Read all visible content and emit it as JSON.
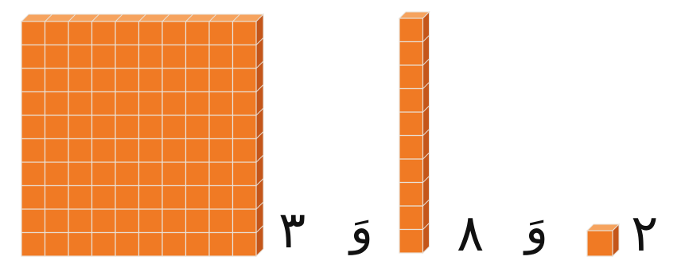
{
  "colors": {
    "cube_front": "#f07a24",
    "cube_top": "#f6a35e",
    "cube_side": "#c4561a",
    "grid_line": "#e8e0d6",
    "text": "#111111"
  },
  "blocks": {
    "hundreds_flat": {
      "icon": "hundred-flat-icon",
      "rows": 10,
      "cols": 10
    },
    "tens_rod": {
      "icon": "ten-rod-icon",
      "units": 10
    },
    "ones_cube": {
      "icon": "unit-cube-icon",
      "units": 1
    }
  },
  "labels": {
    "hundreds_count": "٣",
    "and_1": "وَ",
    "tens_count": "٨",
    "and_2": "وَ",
    "ones_count": "٢"
  }
}
